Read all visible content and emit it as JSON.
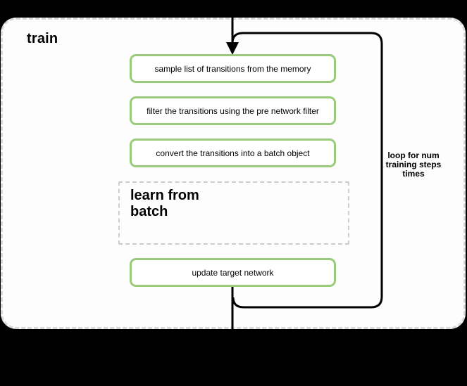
{
  "diagram": {
    "title": "train",
    "steps": [
      "sample list of transitions from the memory",
      "filter the transitions using the pre network filter",
      "convert the transitions into a batch object"
    ],
    "subprocess_label": "learn from batch",
    "update_step": "update target network",
    "loop_annotation": "loop for num training steps times",
    "colors": {
      "background": "#000000",
      "container_fill": "#fdfdfd",
      "container_border": "#d8d8d8",
      "step_border": "#99cb7b",
      "subprocess_border": "#cccccc",
      "flow_stroke": "#000000"
    }
  }
}
